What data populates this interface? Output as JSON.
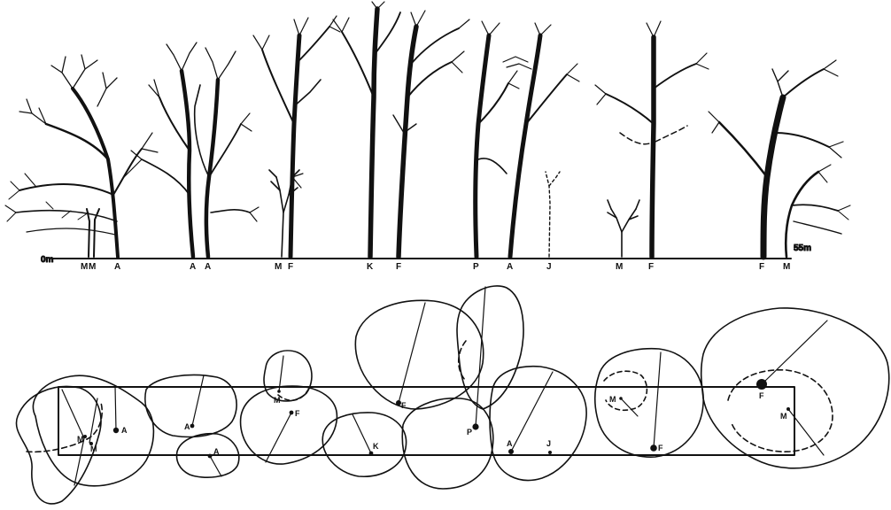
{
  "profile": {
    "scale_start": "0m",
    "scale_end": "55m",
    "species_labels": [
      "M",
      "M",
      "A",
      "A",
      "A",
      "M",
      "F",
      "K",
      "F",
      "P",
      "A",
      "J",
      "M",
      "F",
      "F",
      "M"
    ]
  },
  "plan": {
    "tree_labels": [
      "M",
      "M",
      "A",
      "A",
      "A",
      "M",
      "F",
      "K",
      "F",
      "P",
      "A",
      "J",
      "M",
      "F",
      "F",
      "M"
    ]
  }
}
